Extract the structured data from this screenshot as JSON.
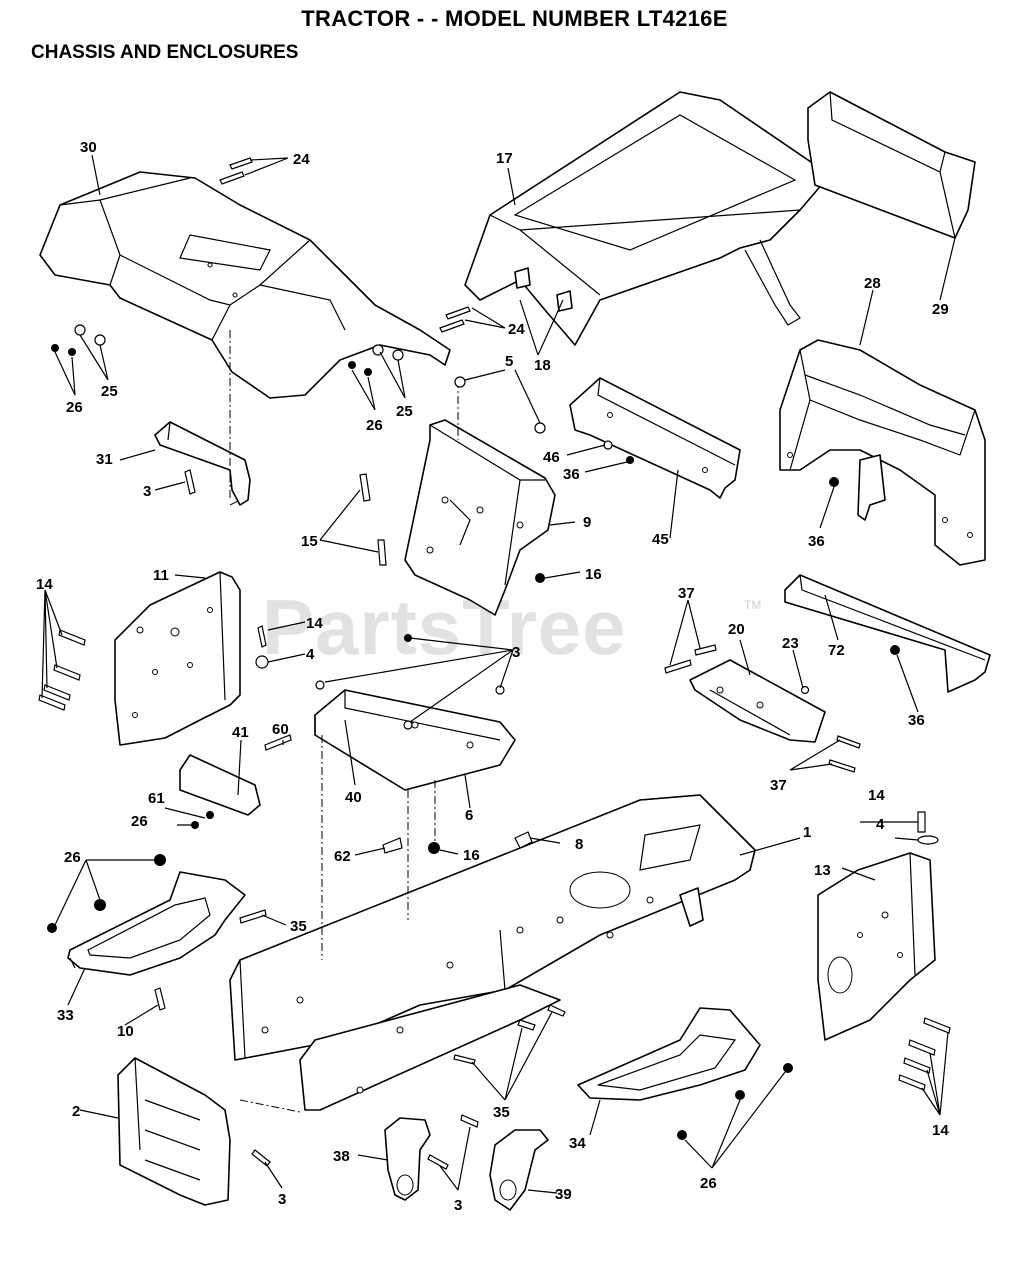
{
  "header": {
    "title": "TRACTOR - - MODEL NUMBER LT4216E",
    "subtitle": "CHASSIS AND ENCLOSURES"
  },
  "watermark": {
    "text": "PartsTree",
    "tm": "TM"
  },
  "callouts": [
    {
      "id": "c30",
      "text": "30"
    },
    {
      "id": "c24a",
      "text": "24"
    },
    {
      "id": "c17",
      "text": "17"
    },
    {
      "id": "c29",
      "text": "29"
    },
    {
      "id": "c28",
      "text": "28"
    },
    {
      "id": "c24b",
      "text": "24"
    },
    {
      "id": "c18",
      "text": "18"
    },
    {
      "id": "c25a",
      "text": "25"
    },
    {
      "id": "c26a",
      "text": "26"
    },
    {
      "id": "c25b",
      "text": "25"
    },
    {
      "id": "c26b",
      "text": "26"
    },
    {
      "id": "c5",
      "text": "5"
    },
    {
      "id": "c31",
      "text": "31"
    },
    {
      "id": "c3a",
      "text": "3"
    },
    {
      "id": "c46",
      "text": "46"
    },
    {
      "id": "c36a",
      "text": "36"
    },
    {
      "id": "c9",
      "text": "9"
    },
    {
      "id": "c45",
      "text": "45"
    },
    {
      "id": "c36b",
      "text": "36"
    },
    {
      "id": "c15",
      "text": "15"
    },
    {
      "id": "c16a",
      "text": "16"
    },
    {
      "id": "c11",
      "text": "11"
    },
    {
      "id": "c14a",
      "text": "14"
    },
    {
      "id": "c14b",
      "text": "14"
    },
    {
      "id": "c4a",
      "text": "4"
    },
    {
      "id": "c3b",
      "text": "3"
    },
    {
      "id": "c37a",
      "text": "37"
    },
    {
      "id": "c20",
      "text": "20"
    },
    {
      "id": "c23",
      "text": "23"
    },
    {
      "id": "c72",
      "text": "72"
    },
    {
      "id": "c36c",
      "text": "36"
    },
    {
      "id": "c41",
      "text": "41"
    },
    {
      "id": "c60",
      "text": "60"
    },
    {
      "id": "c40",
      "text": "40"
    },
    {
      "id": "c6",
      "text": "6"
    },
    {
      "id": "c8",
      "text": "8"
    },
    {
      "id": "c37b",
      "text": "37"
    },
    {
      "id": "c61",
      "text": "61"
    },
    {
      "id": "c26c",
      "text": "26"
    },
    {
      "id": "c14c",
      "text": "14"
    },
    {
      "id": "c4b",
      "text": "4"
    },
    {
      "id": "c1",
      "text": "1"
    },
    {
      "id": "c62",
      "text": "62"
    },
    {
      "id": "c16b",
      "text": "16"
    },
    {
      "id": "c26d",
      "text": "26"
    },
    {
      "id": "c13",
      "text": "13"
    },
    {
      "id": "c35a",
      "text": "35"
    },
    {
      "id": "c33",
      "text": "33"
    },
    {
      "id": "c10",
      "text": "10"
    },
    {
      "id": "c2",
      "text": "2"
    },
    {
      "id": "c35b",
      "text": "35"
    },
    {
      "id": "c34",
      "text": "34"
    },
    {
      "id": "c14d",
      "text": "14"
    },
    {
      "id": "c3c",
      "text": "3"
    },
    {
      "id": "c38",
      "text": "38"
    },
    {
      "id": "c3d",
      "text": "3"
    },
    {
      "id": "c39",
      "text": "39"
    },
    {
      "id": "c26e",
      "text": "26"
    }
  ]
}
